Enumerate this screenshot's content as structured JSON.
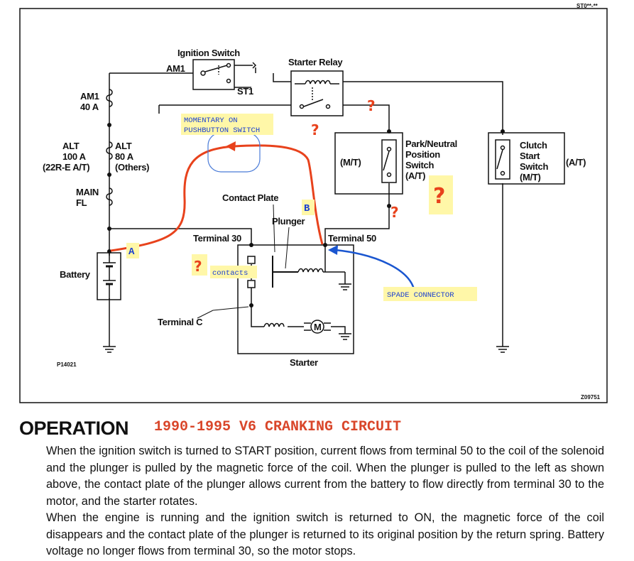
{
  "diagram": {
    "code_top": "ST0**-**",
    "code_left": "P14021",
    "code_right": "Z09751",
    "labels": {
      "ignition_switch": "Ignition Switch",
      "am1_switch": "AM1",
      "st1": "ST1",
      "starter_relay": "Starter Relay",
      "am1_fuse": "AM1",
      "am1_amps": "40 A",
      "alt_left": "ALT",
      "alt_left_amps": "100 A",
      "alt_left_note": "(22R-E A/T)",
      "alt_right": "ALT",
      "alt_right_amps": "80 A",
      "alt_right_note": "(Others)",
      "main_fl_1": "MAIN",
      "main_fl_2": "FL",
      "battery": "Battery",
      "mt": "(M/T)",
      "park_neutral": [
        "Park/Neutral",
        "Position",
        "Switch",
        "(A/T)"
      ],
      "clutch": [
        "Clutch",
        "Start",
        "Switch",
        "(M/T)"
      ],
      "at": "(A/T)",
      "contact_plate": "Contact Plate",
      "plunger": "Plunger",
      "terminal_30": "Terminal 30",
      "terminal_50": "Terminal 50",
      "terminal_c": "Terminal C",
      "starter": "Starter",
      "motor": "M"
    },
    "annotations": {
      "momentary_1": "MOMENTARY ON",
      "momentary_2": "PUSHBUTTON SWITCH",
      "contacts": "contacts",
      "spade_connector": "SPADE CONNECTOR",
      "point_a": "A",
      "point_b": "B",
      "question": "?"
    },
    "colors": {
      "red_wire": "#e8421c",
      "blue_arrow": "#1a56d0",
      "highlight": "#fff7a8",
      "line": "#111111"
    }
  },
  "text": {
    "heading": "OPERATION",
    "subtitle": "1990-1995 V6 CRANKING CIRCUIT",
    "para1": "When the ignition switch is turned to START position, current flows from terminal 50 to the coil of the solenoid and the plunger is pulled by the magnetic force of the coil. When the plunger is pulled to the left as shown above, the contact plate of the plunger allows current from the battery to flow directly from terminal 30 to the motor, and the starter rotates.",
    "para2": "When the engine is running and the ignition switch is returned to ON, the magnetic force of the coil disappears and the contact plate of the plunger is returned to its original position by the return spring. Battery voltage no longer flows from terminal 30, so the motor stops."
  }
}
